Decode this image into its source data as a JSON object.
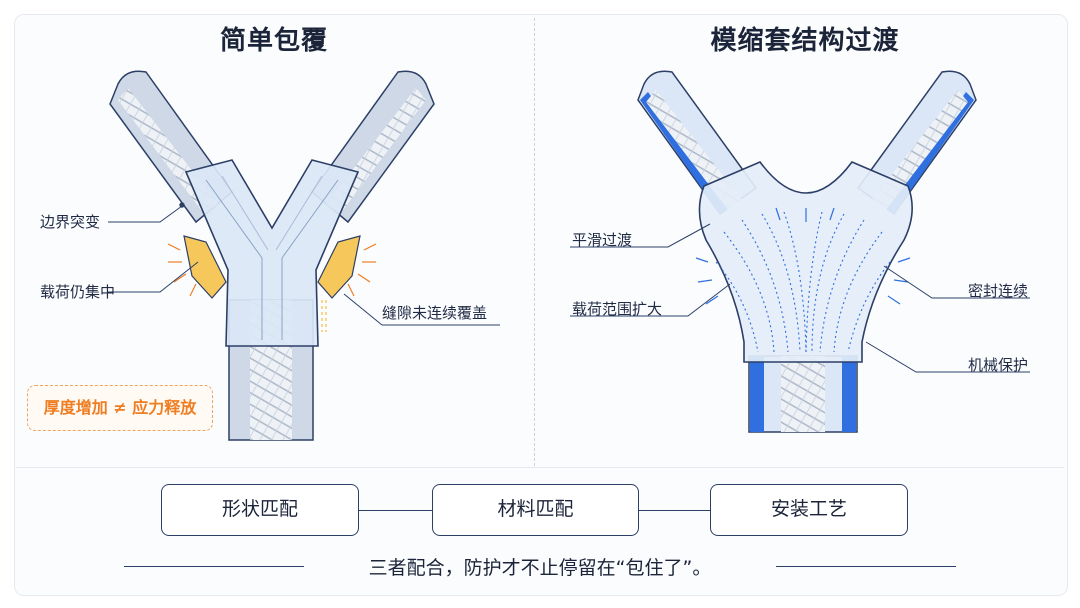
{
  "left_panel": {
    "title": "简单包覆",
    "labels": {
      "edge": "边界突变",
      "load": "载荷仍集中",
      "gap": "缝隙未连续覆盖"
    },
    "warning": "厚度增加 ≠ 应力释放"
  },
  "right_panel": {
    "title": "模缩套结构过渡",
    "labels": {
      "smooth": "平滑过渡",
      "spread": "载荷范围扩大",
      "seal": "密封连续",
      "protect": "机械保护"
    }
  },
  "factors": [
    {
      "label": "形状匹配"
    },
    {
      "label": "材料匹配"
    },
    {
      "label": "安装工艺"
    }
  ],
  "conclusion": "三者配合，防护才不止停留在“包住了”。",
  "colors": {
    "navy": "#2c3f66",
    "sleeve_blue": "#dbe7f6",
    "cable_gray": "#c3ccd9",
    "accent_blue": "#2f6fe0",
    "warning_orange": "#ef7d22",
    "patch_yellow": "#f6c75b"
  }
}
